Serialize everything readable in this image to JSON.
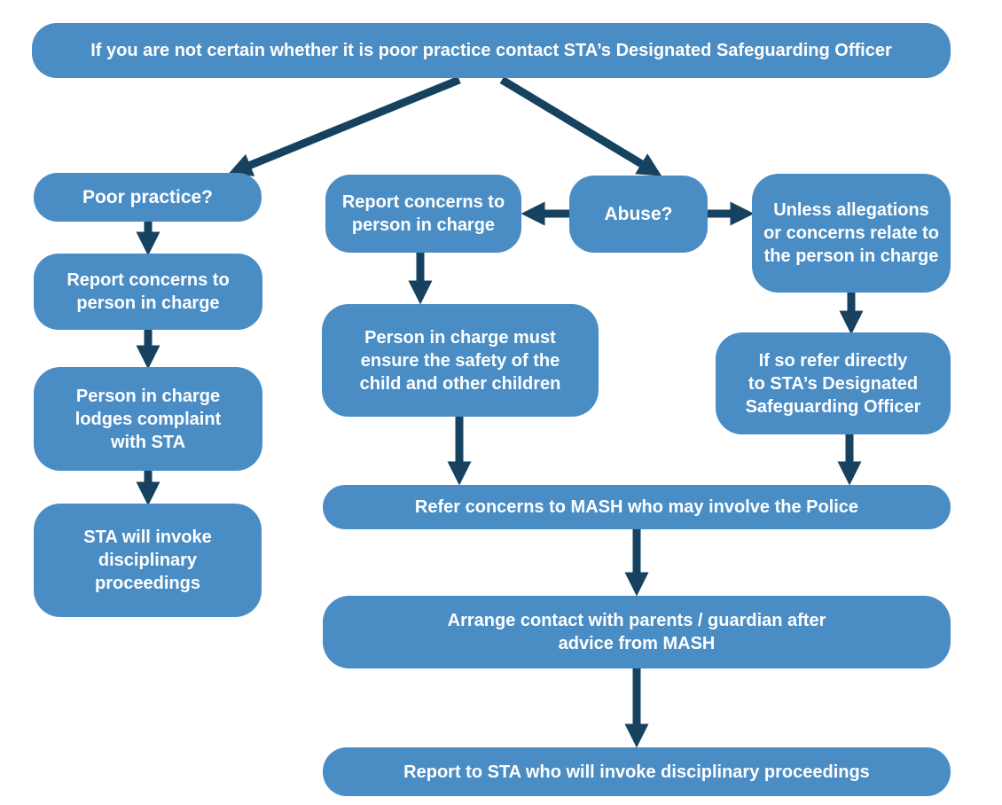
{
  "colors": {
    "box_fill": "#4A8DC5",
    "arrow": "#16425F",
    "text": "#FFFFFF",
    "background": "#FFFFFF"
  },
  "flowchart": {
    "banner": "If you are not certain whether it is poor practice contact STA’s Designated Safeguarding Officer",
    "left_branch": {
      "decision": "Poor practice?",
      "steps": [
        "Report concerns to\nperson in charge",
        "Person in charge\nlodges complaint\nwith STA",
        "STA will invoke\ndisciplinary\nproceedings"
      ]
    },
    "center_decision": "Abuse?",
    "middle_branch": {
      "steps": [
        "Report concerns to\nperson in charge",
        "Person in charge must\nensure the safety of the\nchild and other children"
      ]
    },
    "right_branch": {
      "steps": [
        "Unless allegations\nor concerns relate to\nthe person in charge",
        "If so refer directly\nto STA’s Designated\nSafeguarding Officer"
      ]
    },
    "shared_steps": [
      "Refer concerns to MASH who may involve the Police",
      "Arrange contact with parents / guardian after\nadvice from MASH",
      "Report to STA who will invoke disciplinary proceedings"
    ]
  }
}
